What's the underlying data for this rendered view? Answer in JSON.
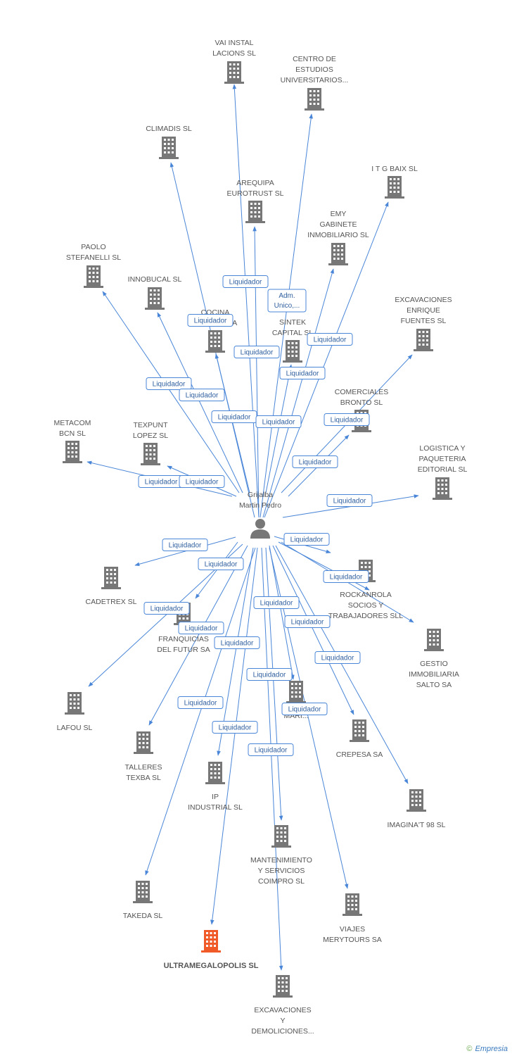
{
  "center": {
    "label": [
      "Grijalba",
      "Martin Pedro"
    ]
  },
  "colors": {
    "edge": "#4a86d8",
    "building": "#777777",
    "highlight": "#f05a28"
  },
  "nodes": [
    {
      "id": "vai",
      "label": [
        "VAI INSTAL",
        "LACIONS SL"
      ]
    },
    {
      "id": "centro",
      "label": [
        "CENTRO DE",
        "ESTUDIOS",
        "UNIVERSITARIOS..."
      ]
    },
    {
      "id": "climadis",
      "label": [
        "CLIMADIS SL"
      ]
    },
    {
      "id": "itg",
      "label": [
        "I T G BAIX SL"
      ]
    },
    {
      "id": "arequipa",
      "label": [
        "AREQUIPA",
        "EUROTRUST SL"
      ]
    },
    {
      "id": "emy",
      "label": [
        "EMY",
        "GABINETE",
        "INMOBILIARIO SL"
      ]
    },
    {
      "id": "paolo",
      "label": [
        "PAOLO",
        "STEFANELLI SL"
      ]
    },
    {
      "id": "innobucal",
      "label": [
        "INNOBUCAL SL"
      ]
    },
    {
      "id": "cocina",
      "label": [
        "COCINA",
        "MODELO SA"
      ]
    },
    {
      "id": "sintek",
      "label": [
        "SINTEK",
        "CAPITAL SL"
      ]
    },
    {
      "id": "excenrique",
      "label": [
        "EXCAVACIONES",
        "ENRIQUE",
        "FUENTES SL"
      ]
    },
    {
      "id": "comerciales",
      "label": [
        "COMERCIALES",
        "BRONTO SL"
      ]
    },
    {
      "id": "metacom",
      "label": [
        "METACOM",
        "BCN SL"
      ]
    },
    {
      "id": "texpunt",
      "label": [
        "TEXPUNT",
        "LOPEZ SL"
      ]
    },
    {
      "id": "logistica",
      "label": [
        "LOGISTICA Y",
        "PAQUETERIA",
        "EDITORIAL SL"
      ]
    },
    {
      "id": "cadetrex",
      "label": [
        "CADETREX SL"
      ]
    },
    {
      "id": "rockanrola",
      "label": [
        "ROCKANROLA",
        "SOCIOS Y",
        "TRABAJADORES SLL"
      ]
    },
    {
      "id": "franquicias",
      "label": [
        "FRANQUICIAS",
        "DEL FUTUR SA"
      ]
    },
    {
      "id": "gestio",
      "label": [
        "GESTIO",
        "IMMOBILIARIA",
        "SALTO SA"
      ]
    },
    {
      "id": "lafou",
      "label": [
        "LAFOU SL"
      ]
    },
    {
      "id": "mari",
      "label": [
        "MARI..."
      ]
    },
    {
      "id": "crepesa",
      "label": [
        "CREPESA SA"
      ]
    },
    {
      "id": "talleres",
      "label": [
        "TALLERES",
        "TEXBA SL"
      ]
    },
    {
      "id": "ip",
      "label": [
        "IP",
        "INDUSTRIAL SL"
      ]
    },
    {
      "id": "imagina",
      "label": [
        "IMAGINA'T 98 SL"
      ]
    },
    {
      "id": "mantenimiento",
      "label": [
        "MANTENIMIENTO",
        "Y SERVICIOS",
        "COIMPRO SL"
      ]
    },
    {
      "id": "takeda",
      "label": [
        "TAKEDA SL"
      ]
    },
    {
      "id": "viajes",
      "label": [
        "VIAJES",
        "MERYTOURS SA"
      ]
    },
    {
      "id": "ultra",
      "label": [
        "ULTRAMEGALOPOLIS SL"
      ],
      "highlight": true
    },
    {
      "id": "excdemol",
      "label": [
        "EXCAVACIONES",
        "Y",
        "DEMOLICIONES..."
      ]
    }
  ],
  "edge_labels": [
    {
      "text": "Liquidador"
    },
    {
      "text": [
        "Adm.",
        "Unico,..."
      ]
    },
    {
      "text": "Liquidador"
    },
    {
      "text": "Liquidador"
    },
    {
      "text": "Liquidador"
    },
    {
      "text": "Liquidador"
    },
    {
      "text": "Liquidador"
    },
    {
      "text": "Liquidador"
    },
    {
      "text": "Liquidador"
    },
    {
      "text": "Liquidador"
    },
    {
      "text": "Liquidador"
    },
    {
      "text": "Liquidador"
    },
    {
      "text": "Liquidador"
    },
    {
      "text": "Liquidador"
    },
    {
      "text": "Liquidador"
    },
    {
      "text": "Liquidador"
    },
    {
      "text": "Liquidador"
    },
    {
      "text": "Liquidador"
    },
    {
      "text": "Liquidador"
    },
    {
      "text": "Liquidador"
    },
    {
      "text": "Liquidador"
    },
    {
      "text": "Liquidador"
    },
    {
      "text": "Liquidador"
    },
    {
      "text": "Liquidador"
    },
    {
      "text": "Liquidador"
    },
    {
      "text": "Liquidador"
    },
    {
      "text": "Liquidador"
    },
    {
      "text": "Liquidador"
    },
    {
      "text": "Liquidador"
    },
    {
      "text": "Liquidador"
    }
  ],
  "footer": {
    "copyright": "©",
    "brand": "Empresia"
  }
}
